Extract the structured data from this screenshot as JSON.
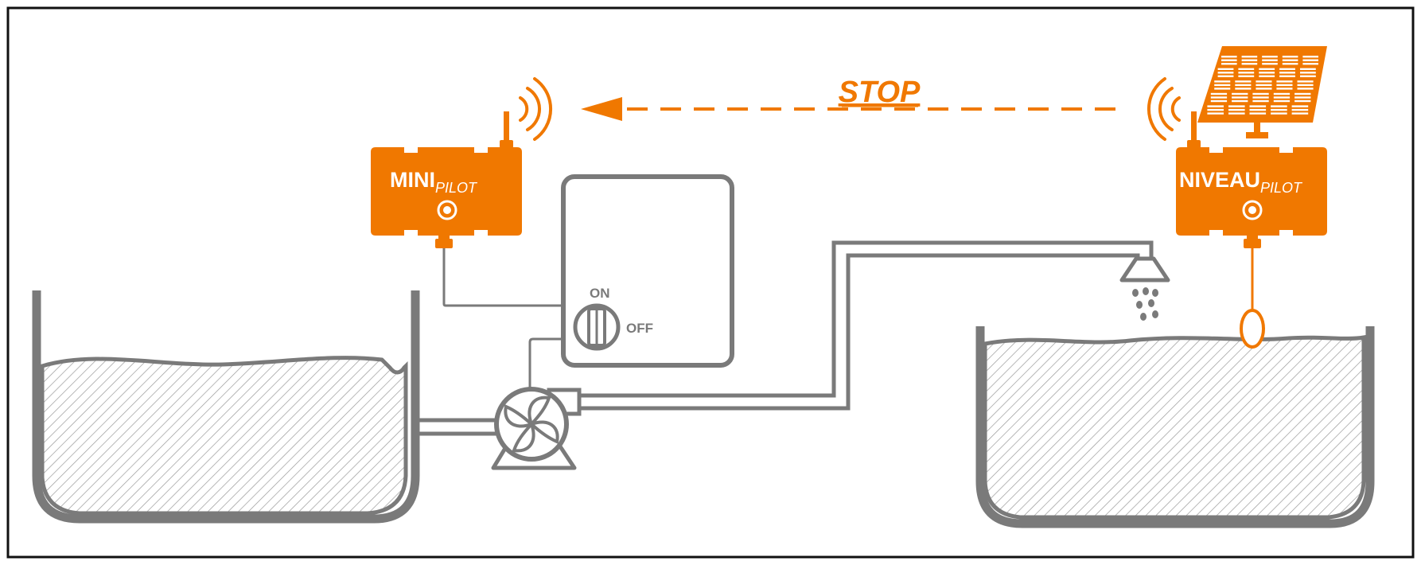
{
  "colors": {
    "accent": "#F07800",
    "gray": "#7A7A7A",
    "frame": "#111111",
    "white": "#ffffff"
  },
  "arrow_label": "STOP",
  "mini_pilot": {
    "main": "MINI",
    "sub": "PILOT"
  },
  "niveau_pilot": {
    "main": "NIVEAU",
    "sub": "PILOT"
  },
  "switch": {
    "on": "ON",
    "off": "OFF"
  },
  "icons": [
    "antenna-icon",
    "wireless-signal-icon",
    "solar-panel-icon",
    "fan-pump-icon",
    "rotary-switch-icon",
    "sprinkler-nozzle-icon",
    "float-sensor-icon",
    "led-indicator-icon"
  ]
}
